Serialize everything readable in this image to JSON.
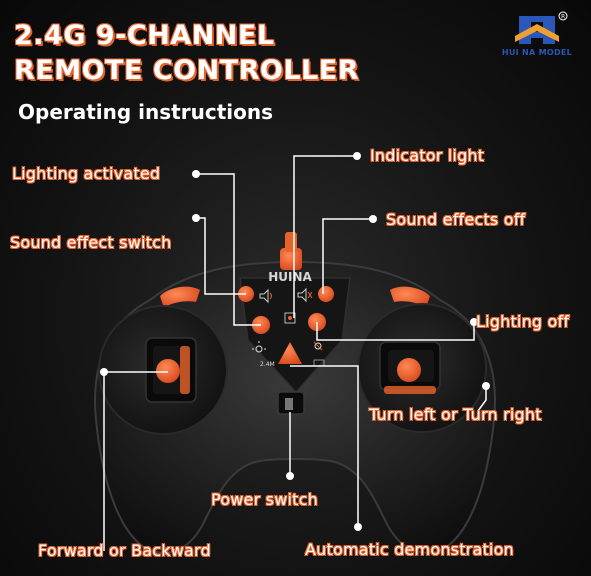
{
  "header": {
    "title_line1": "2.4G  9-CHANNEL",
    "title_line2": "REMOTE CONTROLLER",
    "subtitle": "Operating instructions"
  },
  "logo": {
    "text": "HUI NA MODEL",
    "mark": "registered-mark",
    "icon": "huina-house-logo"
  },
  "controller": {
    "brand": "HUINA",
    "freq_badge": "2.4M",
    "colors": {
      "accent": "#e8632b",
      "body": "#1c1c1c",
      "callout": "#ffffff"
    }
  },
  "labels": {
    "indicator_light": "Indicator  light",
    "lighting_activated": "Lighting  activated",
    "sound_effects_off": "Sound  effects  off",
    "sound_effect_switch": "Sound  effect  switch",
    "lighting_off": "Lighting  off",
    "turn_left_right": "Turn left  or  Turn right",
    "power_switch": "Power  switch",
    "forward_backward": "Forward  or  Backward",
    "auto_demo": "Automatic  demonstration"
  }
}
